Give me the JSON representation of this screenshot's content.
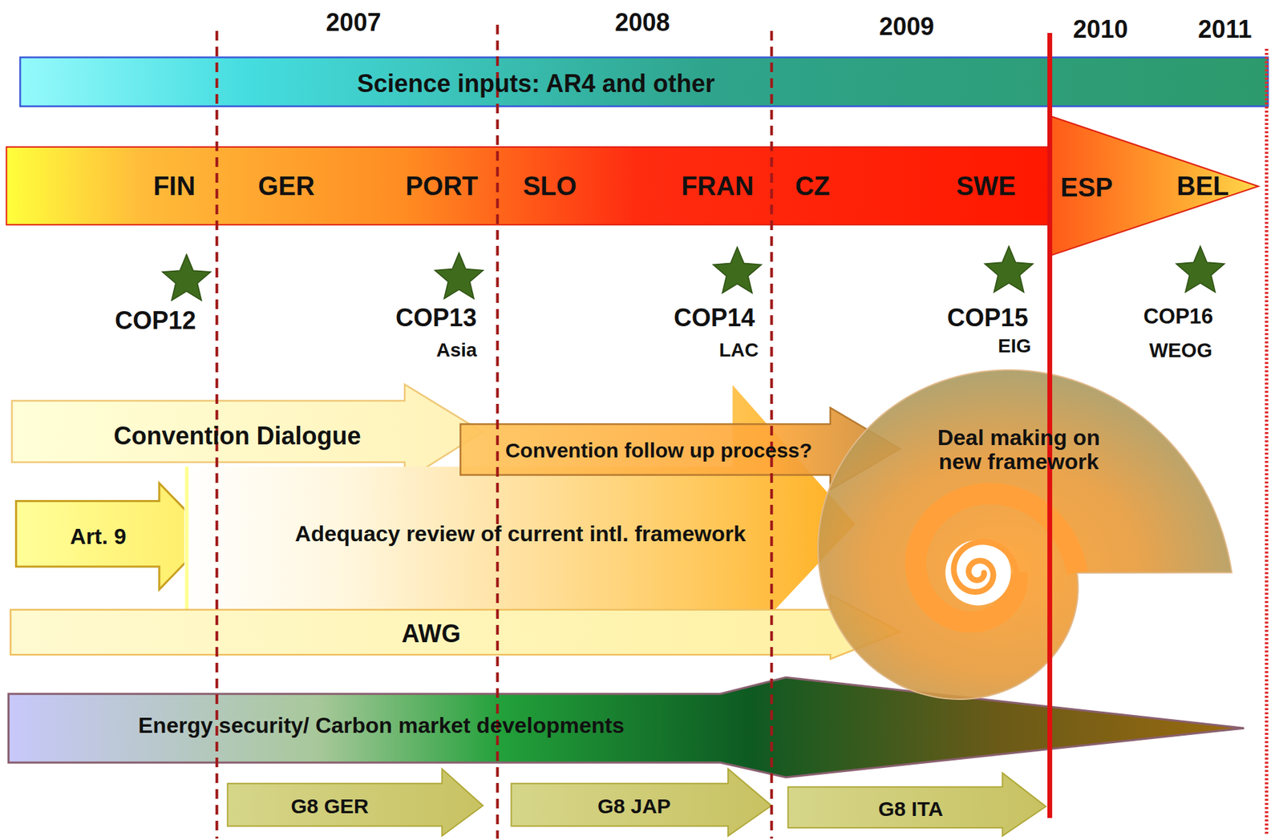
{
  "diagram": {
    "nodes": [
      {
        "text": [
          "Science inputs: AR4 and other"
        ]
      },
      {
        "text": [
          "FIN",
          "GER",
          "PORT",
          "SLO",
          "FRAN",
          "CZ",
          "SWE",
          "ESP",
          "BEL"
        ]
      },
      {
        "text": [
          "Convention Dialogue"
        ]
      },
      {
        "text": [
          "Convention follow up process?"
        ]
      },
      {
        "text": [
          "Deal making on new framework"
        ]
      },
      {
        "text": [
          "Art. 9"
        ]
      },
      {
        "text": [
          "Adequacy review of current intl. framework"
        ]
      },
      {
        "text": [
          "AWG"
        ]
      },
      {
        "text": [
          "Energy security/ Carbon market developments"
        ]
      },
      {
        "text": [
          "G8 GER"
        ]
      },
      {
        "text": [
          "G8 JAP"
        ]
      },
      {
        "text": [
          "G8 ITA"
        ]
      }
    ],
    "labels": [
      "2007",
      "2008",
      "2009",
      "2010",
      "2011",
      "COP12",
      "COP13",
      "Asia",
      "COP14",
      "LAC",
      "COP15",
      "EIG",
      "COP16",
      "WEOG"
    ]
  }
}
